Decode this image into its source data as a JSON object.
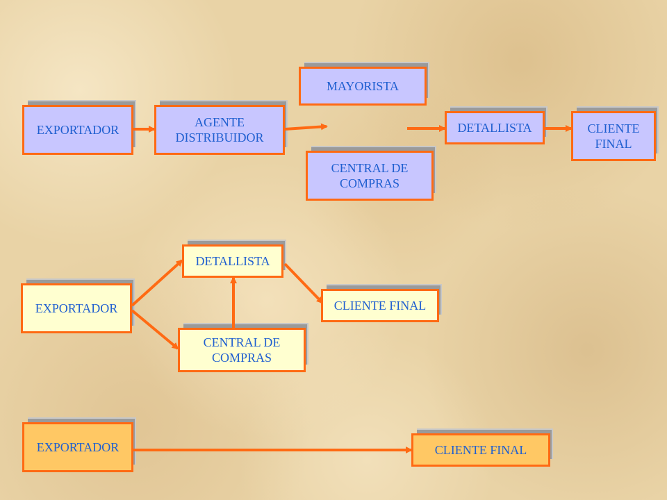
{
  "colors": {
    "border": "#ff6a13",
    "text": "#1f5fd0",
    "arrow": "#ff6a13",
    "lavender": "#c8c6ff",
    "yellow": "#ffffd0",
    "orange": "#ffc864",
    "shadow": "#9a9a9a"
  },
  "flow1": {
    "exportador": "EXPORTADOR",
    "agente": "AGENTE\nDISTRIBUIDOR",
    "mayorista": "MAYORISTA",
    "central": "CENTRAL DE\nCOMPRAS",
    "detallista": "DETALLISTA",
    "cliente": "CLIENTE\nFINAL"
  },
  "flow2": {
    "exportador": "EXPORTADOR",
    "detallista": "DETALLISTA",
    "central": "CENTRAL DE\nCOMPRAS",
    "cliente": "CLIENTE FINAL"
  },
  "flow3": {
    "exportador": "EXPORTADOR",
    "cliente": "CLIENTE FINAL"
  }
}
